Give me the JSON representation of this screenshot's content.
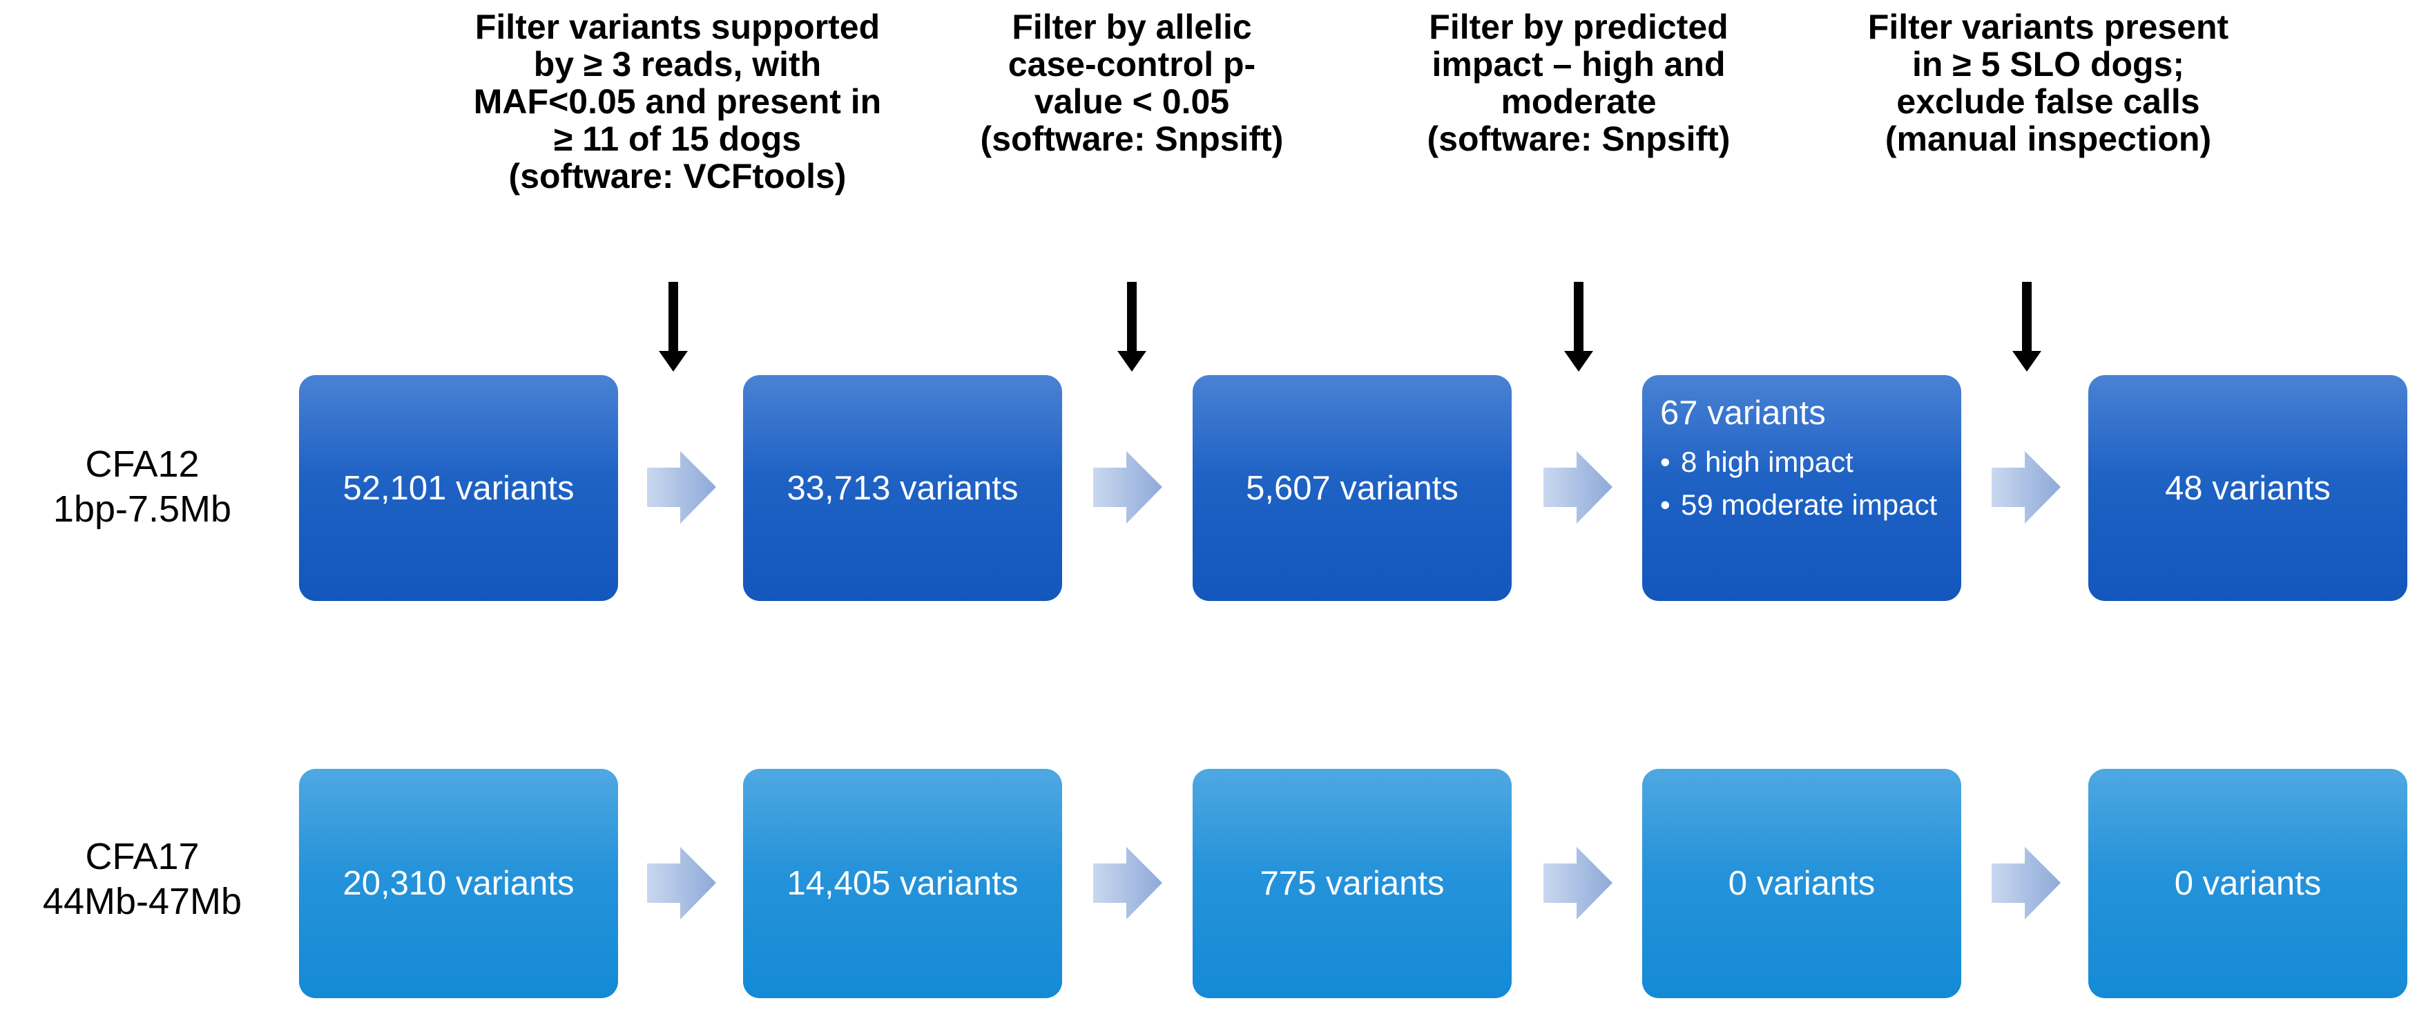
{
  "filters": [
    {
      "lines": [
        "Filter variants supported",
        "by ≥ 3 reads, with",
        "MAF<0.05 and present in",
        "≥ 11 of 15 dogs",
        "(software: VCFtools)"
      ]
    },
    {
      "lines": [
        "Filter by allelic",
        "case-control p-",
        "value < 0.05",
        "(software: Snpsift)"
      ]
    },
    {
      "lines": [
        "Filter by predicted",
        "impact – high and",
        "moderate",
        "(software: Snpsift)"
      ]
    },
    {
      "lines": [
        "Filter variants present",
        "in ≥ 5 SLO dogs;",
        "exclude false calls",
        "(manual inspection)"
      ]
    }
  ],
  "rows": [
    {
      "label": [
        "CFA12",
        "1bp-7.5Mb"
      ],
      "boxes": [
        {
          "text": "52,101 variants"
        },
        {
          "text": "33,713 variants"
        },
        {
          "text": "5,607 variants"
        },
        {
          "title": "67 variants",
          "items": [
            "8 high impact",
            "59 moderate impact"
          ]
        },
        {
          "text": "48 variants"
        }
      ]
    },
    {
      "label": [
        "CFA17",
        "44Mb-47Mb"
      ],
      "boxes": [
        {
          "text": "20,310 variants"
        },
        {
          "text": "14,405 variants"
        },
        {
          "text": "775 variants"
        },
        {
          "text": "0 variants"
        },
        {
          "text": "0 variants"
        }
      ]
    }
  ],
  "bullet": "•",
  "colors": {
    "row1_box": "#1f62c4",
    "row2_box": "#2593da",
    "arrow_light": "#c9d8ef",
    "arrow_dark": "#8eaad8",
    "down_arrow": "#000000"
  }
}
